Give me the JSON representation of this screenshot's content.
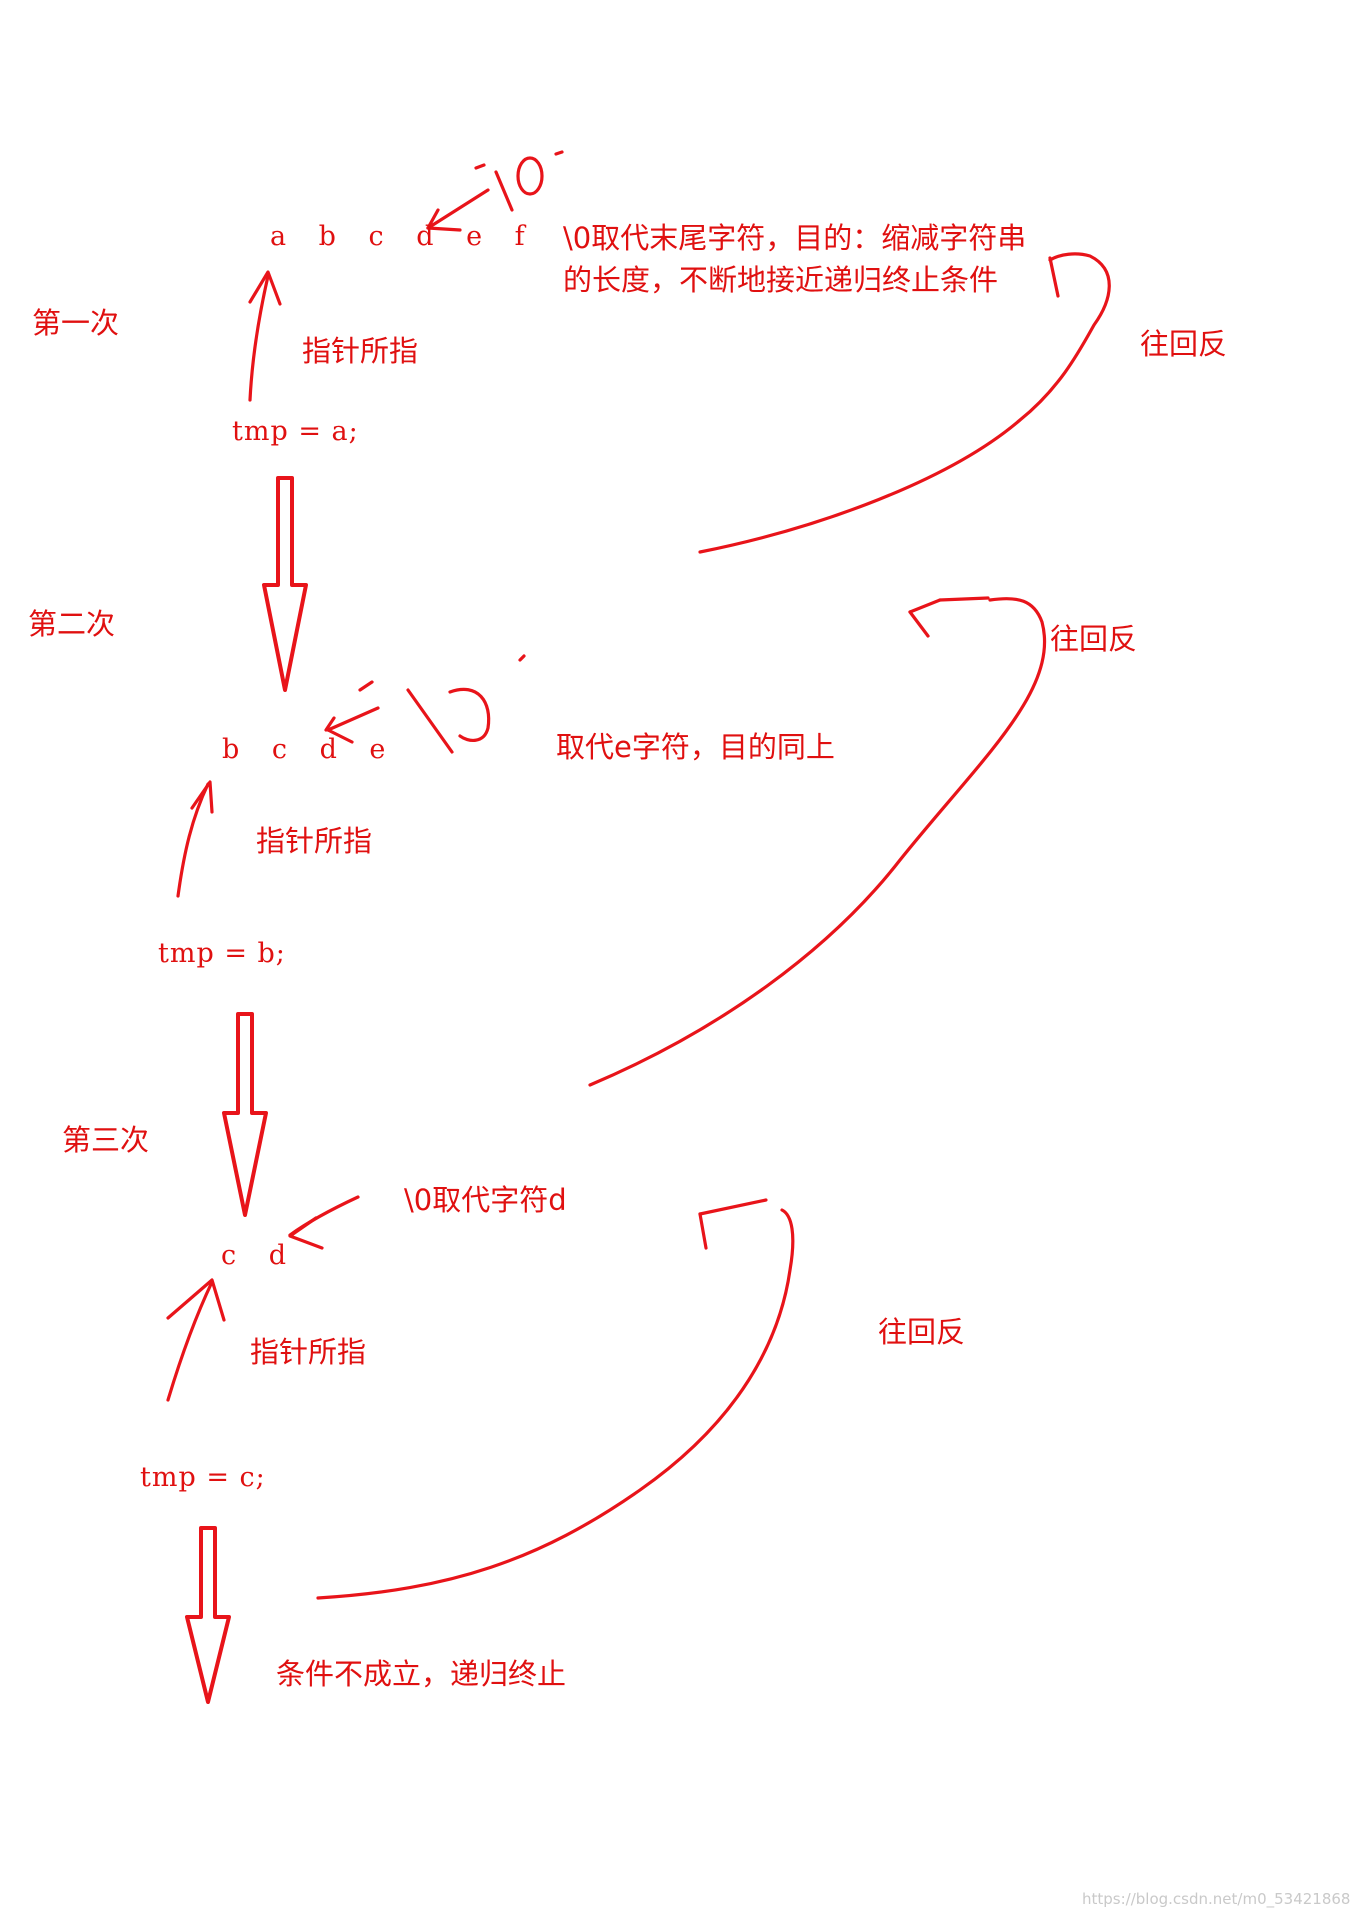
{
  "iterations": [
    {
      "label": "第一次",
      "chars": "a b c d e f",
      "pointer_label": "指针所指",
      "code": "tmp = a;",
      "note": "\\0取代末尾字符，目的：缩减字符串的长度，不断地接近递归终止条件",
      "return_label": "往回反"
    },
    {
      "label": "第二次",
      "chars": "b c d e",
      "pointer_label": "指针所指",
      "code": "tmp = b;",
      "note": "取代e字符，目的同上",
      "return_label": "往回反"
    },
    {
      "label": "第三次",
      "chars": "c d",
      "pointer_label": "指针所指",
      "code": "tmp = c;",
      "note": "\\0取代字符d",
      "return_label": "往回反"
    }
  ],
  "end_text": "条件不成立，递归终止",
  "watermark": "https://blog.csdn.net/m0_53421868",
  "colors": {
    "ink": "#e01010",
    "stroke": "#e8141a",
    "background": "#ffffff"
  }
}
